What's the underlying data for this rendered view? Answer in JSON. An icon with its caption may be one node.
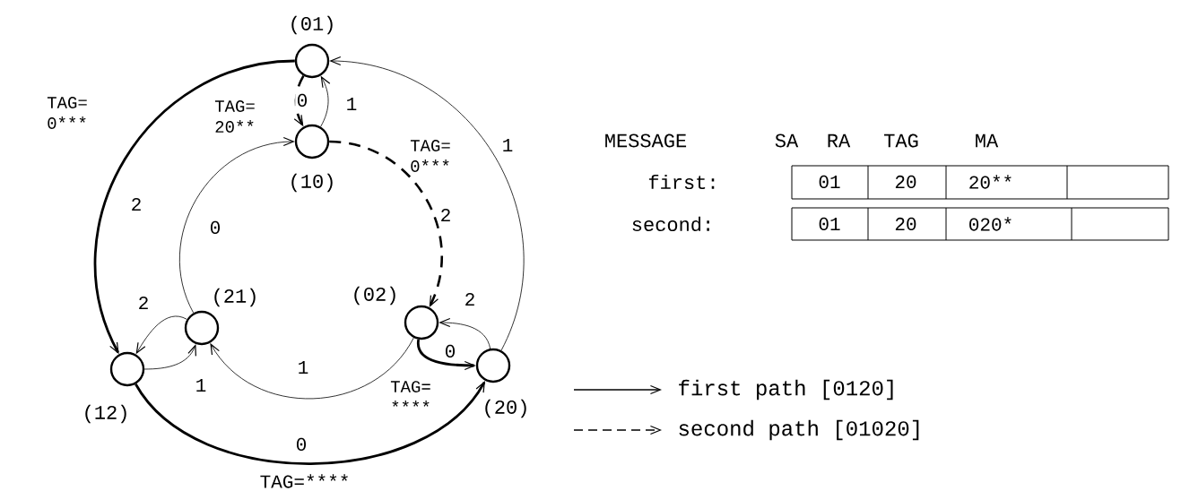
{
  "diagram": {
    "nodes": [
      {
        "text": [
          "(01)"
        ]
      },
      {
        "text": [
          "(10)"
        ]
      },
      {
        "text": [
          "(21)"
        ]
      },
      {
        "text": [
          "(02)"
        ]
      },
      {
        "text": [
          "(12)"
        ]
      },
      {
        "text": [
          "(20)"
        ]
      }
    ],
    "edges": [
      {
        "from": 0,
        "to": 4,
        "arrow": "to",
        "label": "2",
        "style": "thick"
      },
      {
        "from": 0,
        "to": 1,
        "arrow": "to",
        "label": "0",
        "style": "dashed"
      },
      {
        "from": 1,
        "to": 0,
        "arrow": "to",
        "label": "1"
      },
      {
        "from": 1,
        "to": 3,
        "arrow": "to",
        "label": "2",
        "style": "dashed"
      },
      {
        "from": 2,
        "to": 1,
        "arrow": "to",
        "label": "0"
      },
      {
        "from": 2,
        "to": 4,
        "arrow": "to",
        "label": "2"
      },
      {
        "from": 4,
        "to": 2,
        "arrow": "to",
        "label": "1"
      },
      {
        "from": 3,
        "to": 2,
        "arrow": "to",
        "label": "1"
      },
      {
        "from": 3,
        "to": 5,
        "arrow": "to",
        "label": "0",
        "style": "thick"
      },
      {
        "from": 5,
        "to": 3,
        "arrow": "to",
        "label": "2"
      },
      {
        "from": 5,
        "to": 0,
        "arrow": "to",
        "label": "1"
      },
      {
        "from": 4,
        "to": 5,
        "arrow": "to",
        "label": "0",
        "style": "thick"
      }
    ],
    "labels": [
      "TAG= 0***",
      "TAG= 20**",
      "TAG= 0***",
      "MESSAGE",
      "SA",
      "RA",
      "TAG",
      "MA",
      "first:",
      "01",
      "20",
      "20**",
      "second:",
      "01",
      "20",
      "020*",
      "TAG= ****",
      "TAG=****"
    ],
    "legend": [
      {
        "text": "first path [0120]"
      },
      {
        "text": "second path [01020]"
      }
    ]
  }
}
